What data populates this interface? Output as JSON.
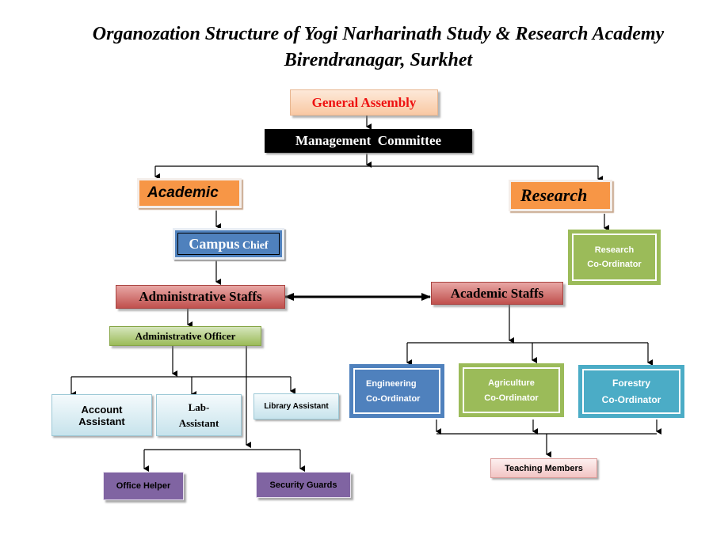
{
  "title": {
    "line1": "Organozation Structure of Yogi Narharinath Study & Research Academy",
    "line2": "Birendranagar, Surkhet"
  },
  "colors": {
    "general_assembly_text": "#ee1111",
    "orange": "#f79646",
    "steel_blue": "#4f81bd",
    "red": "#c0504d",
    "olive_green": "#9bbb59",
    "teal": "#4bacc6",
    "purple": "#8064a2",
    "light_blue": "#dbeef4"
  },
  "nodes": {
    "general_assembly": "General Assembly",
    "management_committee": "Management  Committee",
    "academic": "Academic",
    "research": "Research",
    "campus_chief": {
      "main": "Campus",
      "small": " Chief"
    },
    "research_coordinator": {
      "line1": "Research",
      "line2": "Co-Ordinator"
    },
    "administrative_staffs": "Administrative Staffs",
    "academic_staffs": "Academic Staffs",
    "administrative_officer": "Administrative Officer",
    "account_assistant": {
      "line1": "Account",
      "line2": "Assistant"
    },
    "lab_assistant": {
      "line1": "Lab-",
      "line2": "Assistant"
    },
    "library_assistant": "Library Assistant",
    "engineering_coordinator": {
      "line1": "Engineering",
      "line2": "Co-Ordinator"
    },
    "agriculture_coordinator": {
      "line1": "Agriculture",
      "line2": "Co-Ordinator"
    },
    "forestry_coordinator": {
      "line1": "Forestry",
      "line2": "Co-Ordinator"
    },
    "office_helper": "Office Helper",
    "security_guards": "Security Guards",
    "teaching_members": "Teaching Members"
  }
}
